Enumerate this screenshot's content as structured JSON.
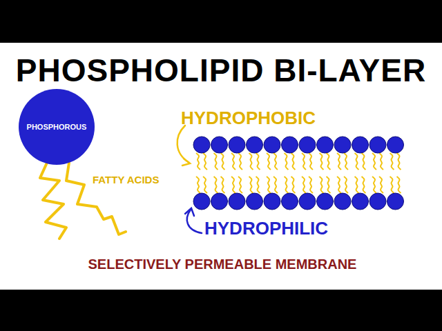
{
  "diagram": {
    "title": "PHOSPHOLIPID BI-LAYER",
    "caption": "SELECTIVELY PERMEABLE MEMBRANE",
    "nodes": [
      {
        "text": [
          "PHOSPHOROUS"
        ]
      }
    ],
    "labels": [
      "FATTY ACIDS",
      "HYDROPHOBIC",
      "HYDROPHILIC"
    ]
  }
}
